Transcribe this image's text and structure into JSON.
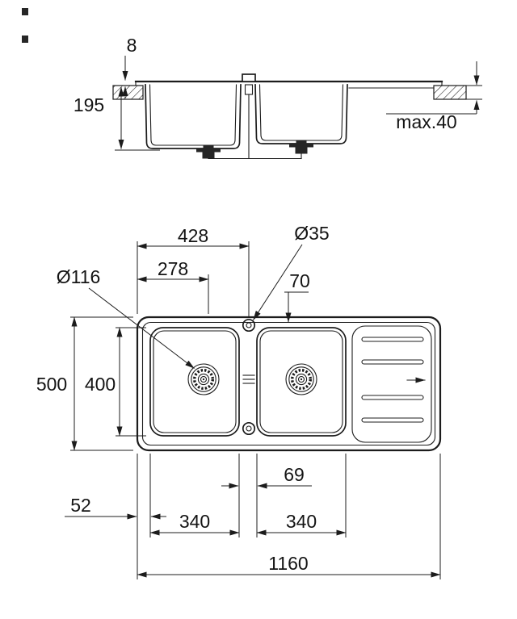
{
  "page": {
    "background": "#ffffff",
    "line_color": "#1c1c1c"
  },
  "drawing": {
    "side_view": {
      "dim_rim_height": "8",
      "dim_bowl_depth": "195",
      "dim_max_counter_thickness": "max.40"
    },
    "plan_view": {
      "dim_tap_from_left_edge": "428",
      "dim_drain_from_left_edge": "278",
      "dim_tap_hole_diameter": "Ø35",
      "dim_drain_diameter": "Ø116",
      "dim_tap_to_bowl_edge": "70",
      "dim_overall_width": "500",
      "dim_bowl_inner_width": "400",
      "dim_divider_width": "69",
      "dim_edge_to_bowl": "52",
      "dim_left_bowl_length": "340",
      "dim_right_bowl_length": "340",
      "dim_overall_length": "1160"
    }
  }
}
